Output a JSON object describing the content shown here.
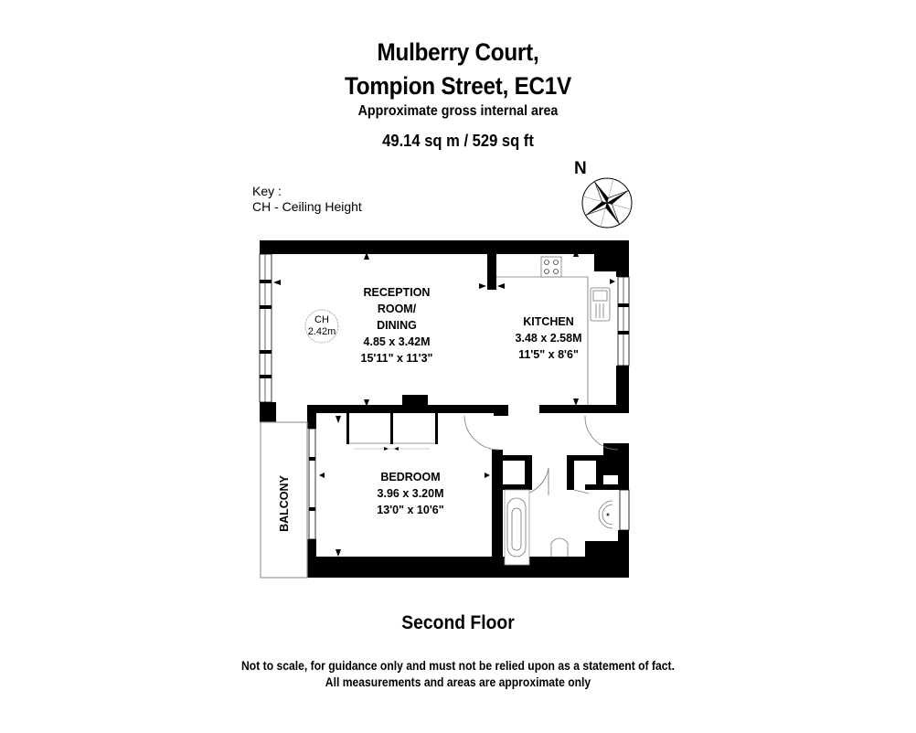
{
  "header": {
    "title_line1": "Mulberry Court,",
    "title_line2": "Tompion Street, EC1V",
    "subtitle": "Approximate gross internal area",
    "area": "49.14 sq m /  529 sq ft"
  },
  "key": {
    "heading": "Key :",
    "entries": [
      {
        "label": "CH - Ceiling Height"
      }
    ]
  },
  "compass": {
    "label": "N",
    "icon": "compass-rose-icon"
  },
  "floorplan": {
    "wall_color": "#000000",
    "fixture_color": "#555555",
    "ceiling_marker": {
      "line1": "CH",
      "line2": "2.42m"
    },
    "rooms": [
      {
        "name_lines": [
          "RECEPTION",
          "ROOM/",
          "DINING"
        ],
        "metric": "4.85 x 3.42M",
        "imperial": "15'11\" x 11'3\""
      },
      {
        "name_lines": [
          "KITCHEN"
        ],
        "metric": "3.48 x 2.58M",
        "imperial": "11'5\" x 8'6\""
      },
      {
        "name_lines": [
          "BEDROOM"
        ],
        "metric": "3.96 x 3.20M",
        "imperial": "13'0\" x 10'6\""
      },
      {
        "name_lines": [
          "BALCONY"
        ]
      }
    ]
  },
  "floor_label": "Second Floor",
  "footer": {
    "disclaimer_line1": "Not to scale, for guidance only and must not be relied upon as a statement of fact.",
    "disclaimer_line2": "All measurements and areas are approximate only"
  }
}
